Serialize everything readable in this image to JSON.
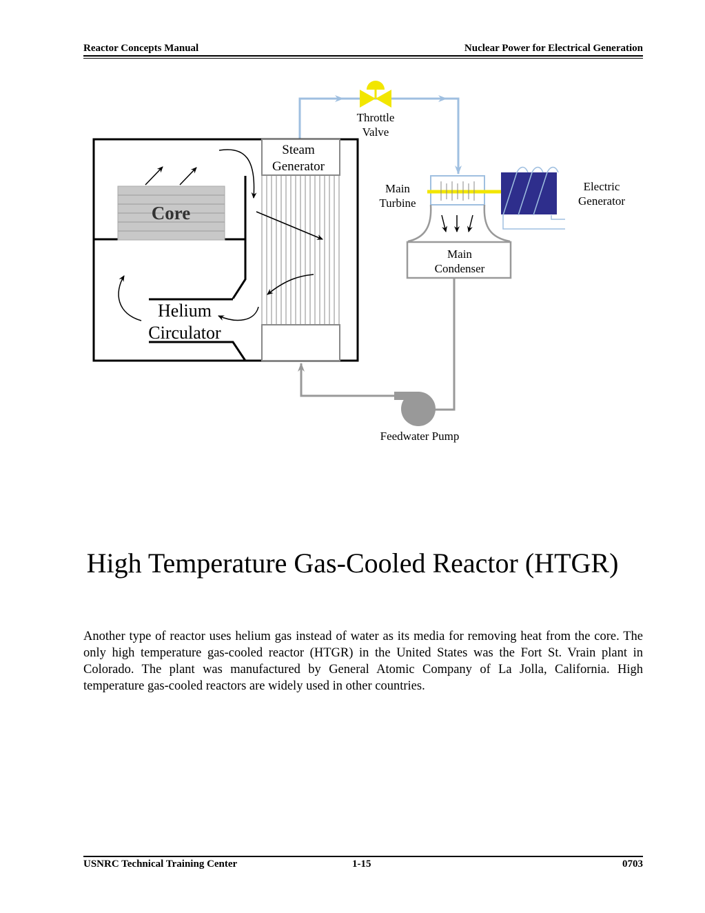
{
  "header": {
    "left": "Reactor Concepts Manual",
    "right": "Nuclear Power for Electrical Generation"
  },
  "diagram": {
    "labels": {
      "throttle_valve_line1": "Throttle",
      "throttle_valve_line2": "Valve",
      "steam_generator_line1": "Steam",
      "steam_generator_line2": "Generator",
      "core": "Core",
      "main_turbine_line1": "Main",
      "main_turbine_line2": "Turbine",
      "electric_generator_line1": "Electric",
      "electric_generator_line2": "Generator",
      "main_condenser_line1": "Main",
      "main_condenser_line2": "Condenser",
      "helium_circulator_line1": "Helium",
      "helium_circulator_line2": "Circulator",
      "feedwater_pump": "Feedwater Pump"
    },
    "colors": {
      "steam_line": "#9fbfe0",
      "feedwater_line": "#999999",
      "valve": "#f2e600",
      "turbine_shaft": "#f2e600",
      "generator": "#2e2e8c",
      "core_fill": "#c8c8c8",
      "pump": "#999999"
    }
  },
  "title": "High Temperature Gas-Cooled Reactor (HTGR)",
  "body": "Another type of reactor uses helium gas instead of water as its media for removing heat from the core. The only high temperature gas-cooled reactor (HTGR) in the United States was the Fort St. Vrain plant in Colorado.  The plant was manufactured by General Atomic Company of La Jolla, California.  High temperature gas-cooled reactors are widely used in other countries.",
  "footer": {
    "left": "USNRC Technical Training Center",
    "center": "1-15",
    "right": "0703"
  }
}
